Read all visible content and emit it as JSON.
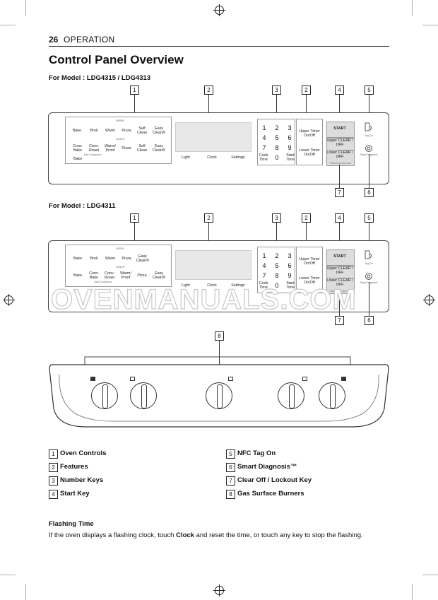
{
  "header": {
    "page_number": "26",
    "section": "OPERATION"
  },
  "title": "Control Panel Overview",
  "models": [
    "For Model : LDG4315 / LDG4313",
    "For Model : LDG4311"
  ],
  "watermark": "OVENMANUALS.COM",
  "panel1": {
    "upper_small": "UPPER",
    "lower_small": "LOWER",
    "auto_small": "Auto Conversion",
    "upper_row": [
      "Bake",
      "Broil",
      "Warm",
      "Pizza",
      "Self Clean",
      "Easy Clean®"
    ],
    "lower_row": [
      "Conv. Bake",
      "Conv. Roast",
      "Warm/ Proof",
      "Pizza",
      "Self Clean",
      "Easy Clean®"
    ],
    "bake_extra": "Bake",
    "bottom_row": [
      "Light",
      "Clock",
      "Settings",
      "Cook Time"
    ],
    "keys": [
      "1",
      "2",
      "3",
      "4",
      "5",
      "6",
      "7",
      "8",
      "9",
      "0"
    ],
    "start_time": "Start Time",
    "upper_timer": "Upper Timer On/Off",
    "lower_timer": "Lower Timer On/Off",
    "start": "START",
    "upper_clear": "Upper CLEAR / OFF",
    "lower_clear": "Lower CLEAR / OFF",
    "lock_note": "* Hold 3 sec for Lock",
    "nfc": "Tag On",
    "smart": "Smart Diagnosis"
  },
  "panel2": {
    "upper_row": [
      "Bake",
      "Broil",
      "Warm",
      "Pizza",
      "Easy Clean®"
    ],
    "lower_row": [
      "Bake",
      "Conv. Bake",
      "Conv. Roast",
      "Warm/ Proof",
      "Pizza",
      "Easy Clean®"
    ]
  },
  "callouts": {
    "p1": [
      "1",
      "2",
      "3",
      "2",
      "4",
      "5"
    ],
    "p1b": [
      "7",
      "6"
    ],
    "p2": [
      "1",
      "2",
      "3",
      "2",
      "4",
      "5"
    ],
    "p2b": [
      "7",
      "6"
    ],
    "knobs": "8"
  },
  "legend": [
    {
      "num": "1",
      "text": "Oven Controls"
    },
    {
      "num": "2",
      "text": "Features"
    },
    {
      "num": "3",
      "text": "Number Keys"
    },
    {
      "num": "4",
      "text": "Start Key"
    },
    {
      "num": "5",
      "text": "NFC Tag On"
    },
    {
      "num": "6",
      "text": "Smart Diagnosis™"
    },
    {
      "num": "7",
      "text": "Clear Off / Lockout Key"
    },
    {
      "num": "8",
      "text": "Gas Surface Burners"
    }
  ],
  "flashing": {
    "heading": "Flashing Time",
    "before": "If the oven displays a flashing clock, touch ",
    "bold": "Clock",
    "after": " and reset the time, or touch any key to stop the flashing."
  }
}
